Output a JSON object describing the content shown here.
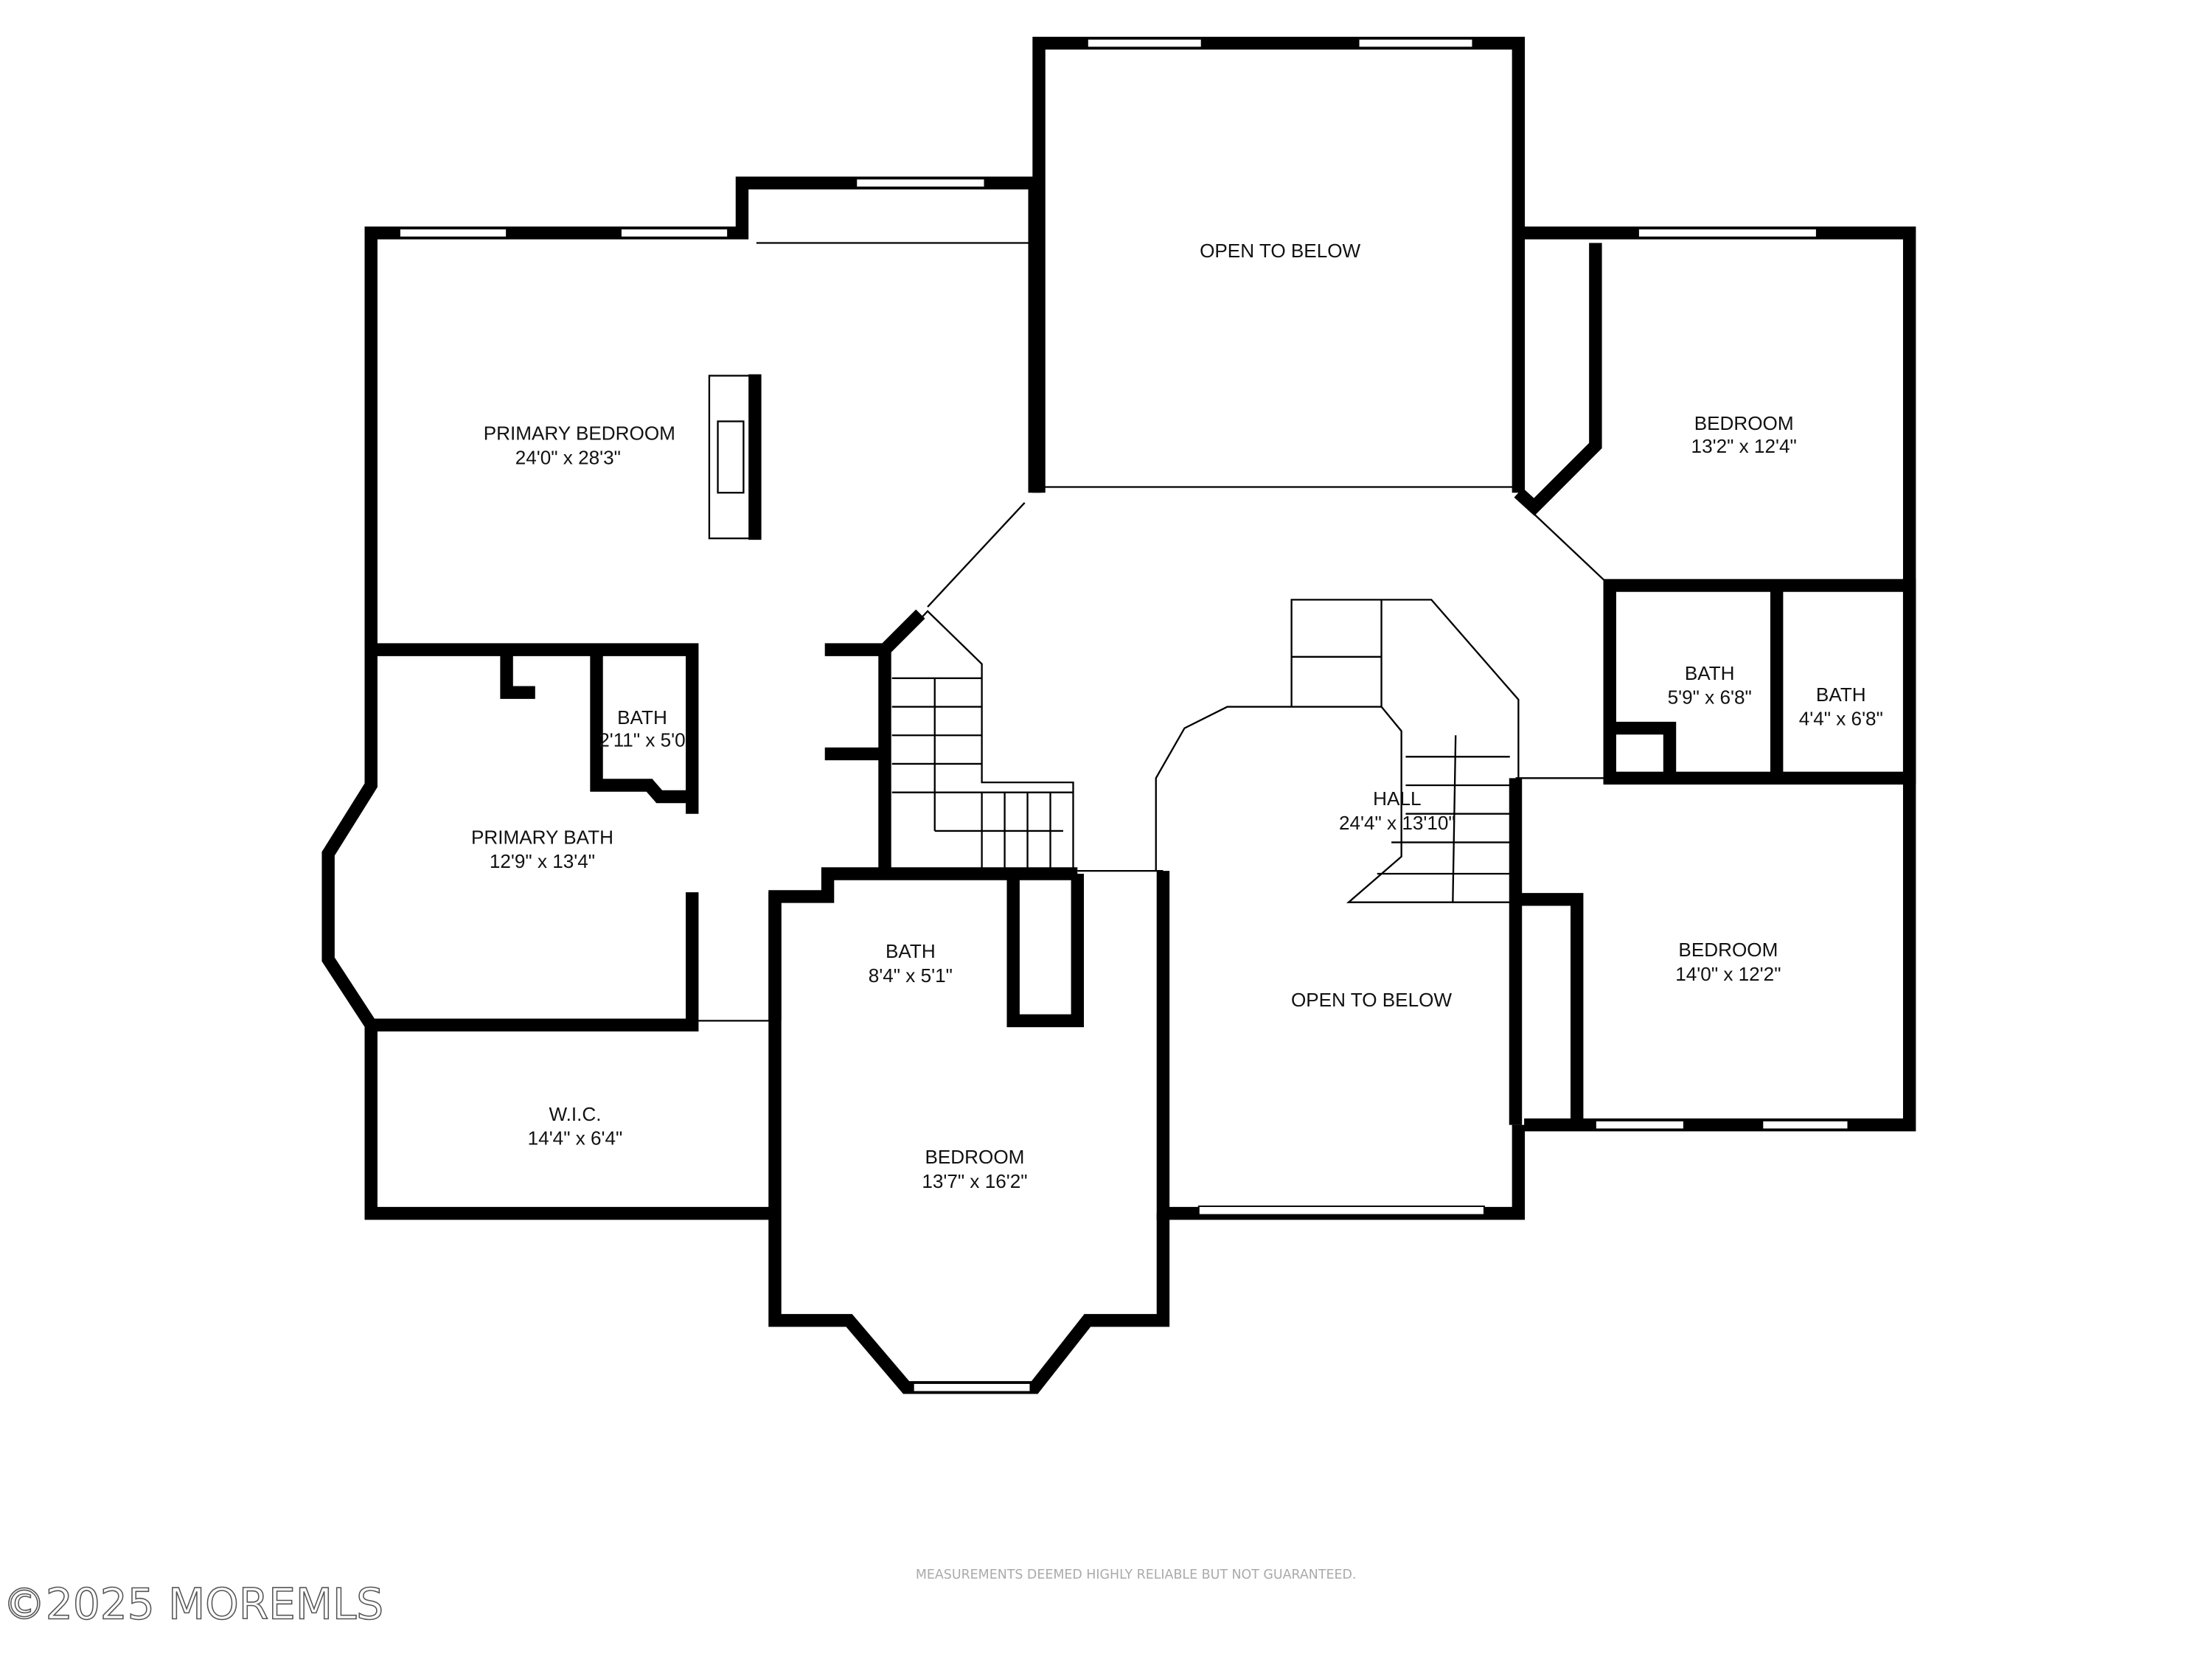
{
  "rooms": [
    {
      "name": "PRIMARY BEDROOM",
      "size": "24'0\" x 28'3\""
    },
    {
      "name": "OPEN TO BELOW",
      "size": ""
    },
    {
      "name": "BEDROOM",
      "size": "13'2\" x 12'4\""
    },
    {
      "name": "BATH",
      "size": "2'11\" x 5'0"
    },
    {
      "name": "PRIMARY BATH",
      "size": "12'9\" x 13'4\""
    },
    {
      "name": "BATH",
      "size": "5'9\" x 6'8\""
    },
    {
      "name": "BATH",
      "size": "4'4\" x 6'8\""
    },
    {
      "name": "HALL",
      "size": "24'4\" x 13'10\""
    },
    {
      "name": "OPEN TO BELOW",
      "size": ""
    },
    {
      "name": "BEDROOM",
      "size": "14'0\" x 12'2\""
    },
    {
      "name": "BATH",
      "size": "8'4\" x 5'1\""
    },
    {
      "name": "W.I.C.",
      "size": "14'4\" x 6'4\""
    },
    {
      "name": "BEDROOM",
      "size": "13'7\" x 16'2\""
    }
  ],
  "disclaimer": "MEASUREMENTS DEEMED HIGHLY RELIABLE BUT NOT GUARANTEED.",
  "watermark": "©2025 MOREMLS"
}
